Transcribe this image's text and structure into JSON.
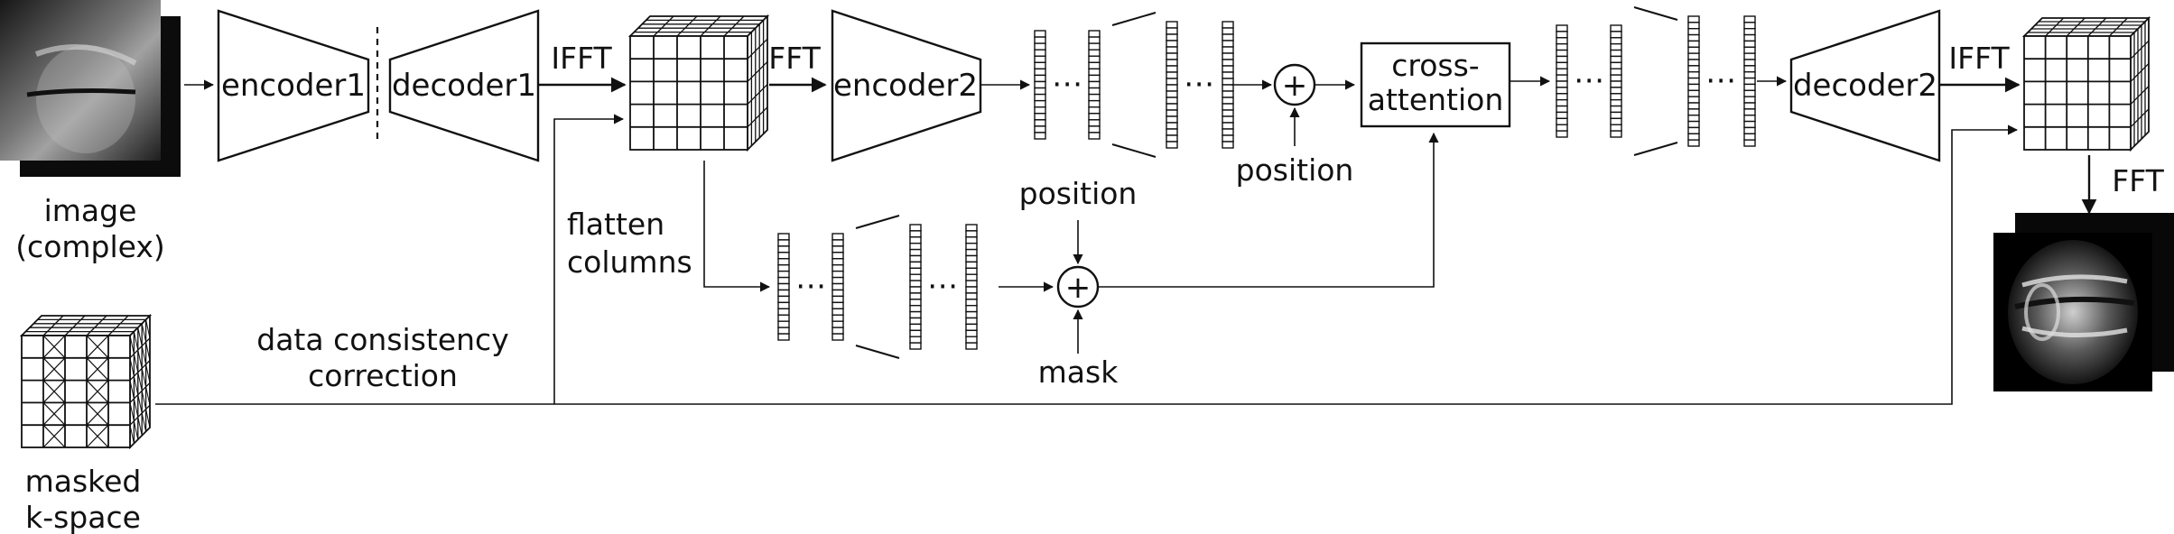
{
  "labels": {
    "input_image_line1": "image",
    "input_image_line2": "(complex)",
    "encoder1": "encoder1",
    "decoder1": "decoder1",
    "ifft_1": "IFFT",
    "fft_1": "FFT",
    "encoder2": "encoder2",
    "plus": "+",
    "position_top": "position",
    "cross_attention_line1": "cross-",
    "cross_attention_line2": "attention",
    "decoder2": "decoder2",
    "ifft_2": "IFFT",
    "fft_2": "FFT",
    "flatten_line1": "flatten",
    "flatten_line2": "columns",
    "position_bottom": "position",
    "mask": "mask",
    "dc_line1": "data consistency",
    "dc_line2": "correction",
    "kspace_line1": "masked",
    "kspace_line2": "k-space",
    "ellipsis": "⋯"
  },
  "colors": {
    "stroke": "#111111",
    "background": "#ffffff"
  }
}
